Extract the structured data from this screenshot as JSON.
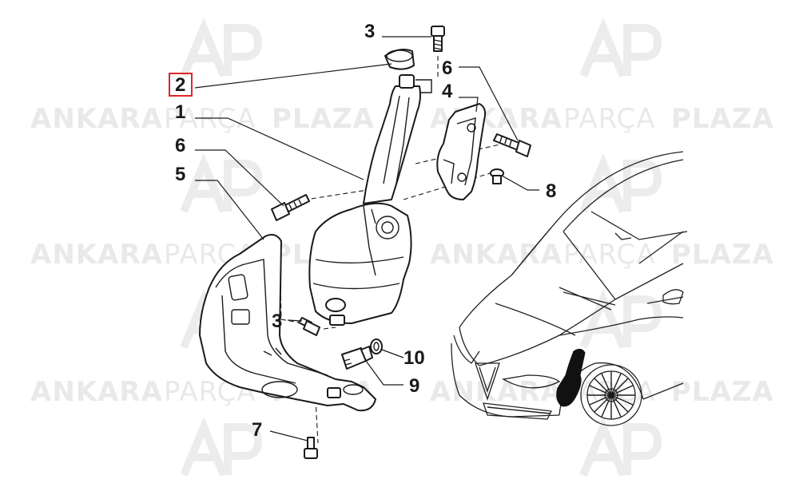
{
  "watermark": {
    "brand_left": "ANKARA",
    "brand_mid": "PARÇA",
    "brand_right": "PLAZA",
    "logo_icon": "ap-logo-icon"
  },
  "callouts": [
    {
      "id": "c1",
      "label": "1"
    },
    {
      "id": "c2",
      "label": "2",
      "highlighted": true
    },
    {
      "id": "c3a",
      "label": "3"
    },
    {
      "id": "c3b",
      "label": "3"
    },
    {
      "id": "c4",
      "label": "4"
    },
    {
      "id": "c5",
      "label": "5"
    },
    {
      "id": "c6a",
      "label": "6"
    },
    {
      "id": "c6b",
      "label": "6"
    },
    {
      "id": "c7",
      "label": "7"
    },
    {
      "id": "c8",
      "label": "8"
    },
    {
      "id": "c9",
      "label": "9"
    },
    {
      "id": "c10",
      "label": "10"
    }
  ],
  "colors": {
    "highlight_box": "#e0262b",
    "watermark": "#e9e9e9",
    "line": "#1a1a1a"
  }
}
